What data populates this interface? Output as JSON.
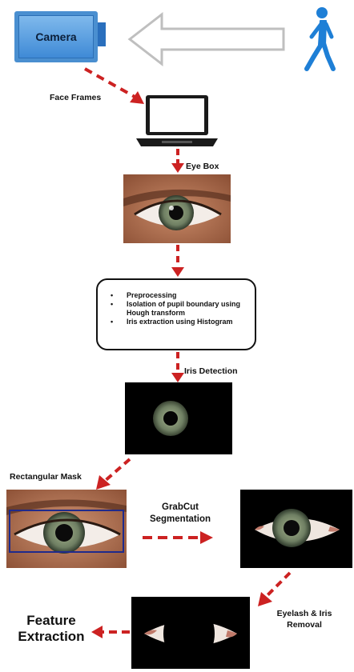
{
  "camera": {
    "label": "Camera"
  },
  "labels": {
    "face_frames": "Face Frames",
    "eye_box": "Eye Box",
    "iris_detection": "Iris Detection",
    "rect_mask": "Rectangular Mask",
    "grabcut_line1": "GrabCut",
    "grabcut_line2": "Segmentation",
    "removal_line1": "Eyelash & Iris",
    "removal_line2": "Removal",
    "feature_line1": "Feature",
    "feature_line2": "Extraction"
  },
  "process_box": {
    "items": [
      "Preprocessing",
      "Isolation of pupil boundary using Hough transform",
      "Iris extraction using Histogram"
    ]
  },
  "colors": {
    "arrow": "#cc2222",
    "camera": "#4a8fd0",
    "person": "#1e7fd6",
    "iris": "#6f7f63"
  },
  "icons": [
    "camera-icon",
    "walking-person-icon",
    "laptop-icon"
  ]
}
